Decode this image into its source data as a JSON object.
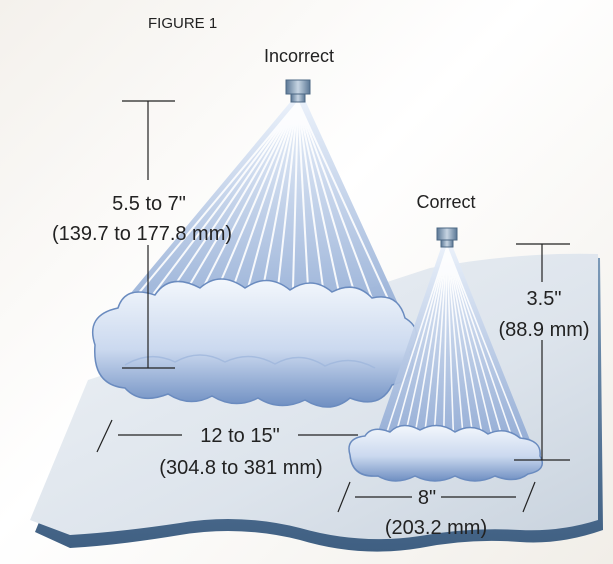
{
  "figure_label": "FIGURE 1",
  "incorrect": {
    "title": "Incorrect",
    "height_inches": "5.5 to 7\"",
    "height_mm": "(139.7 to 177.8 mm)",
    "width_inches": "12 to 15\"",
    "width_mm": "(304.8 to 381 mm)"
  },
  "correct": {
    "title": "Correct",
    "height_inches": "3.5\"",
    "height_mm": "(88.9 mm)",
    "width_inches": "8\"",
    "width_mm": "(203.2 mm)"
  },
  "colors": {
    "surface_top": "#dfe6ee",
    "surface_edge": "#5d7ea0",
    "spray": "#c9d8ee",
    "spray_line": "#ffffff",
    "cloud": "#dbe6f5",
    "cloud_shade": "#7d9bc8",
    "nozzle": "#6f8ca8"
  }
}
